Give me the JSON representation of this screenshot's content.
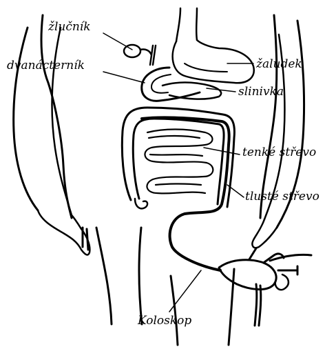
{
  "labels": {
    "gallbladder": "žlučník",
    "duodenum": "dvanácterník",
    "stomach": "žaludek",
    "pancreas": "slinivka",
    "small_intestine": "tenké střevo",
    "large_intestine": "tlusté střevo",
    "colonoscope": "Koloskop"
  },
  "colors": {
    "ink": "#000000",
    "background": "#ffffff"
  }
}
